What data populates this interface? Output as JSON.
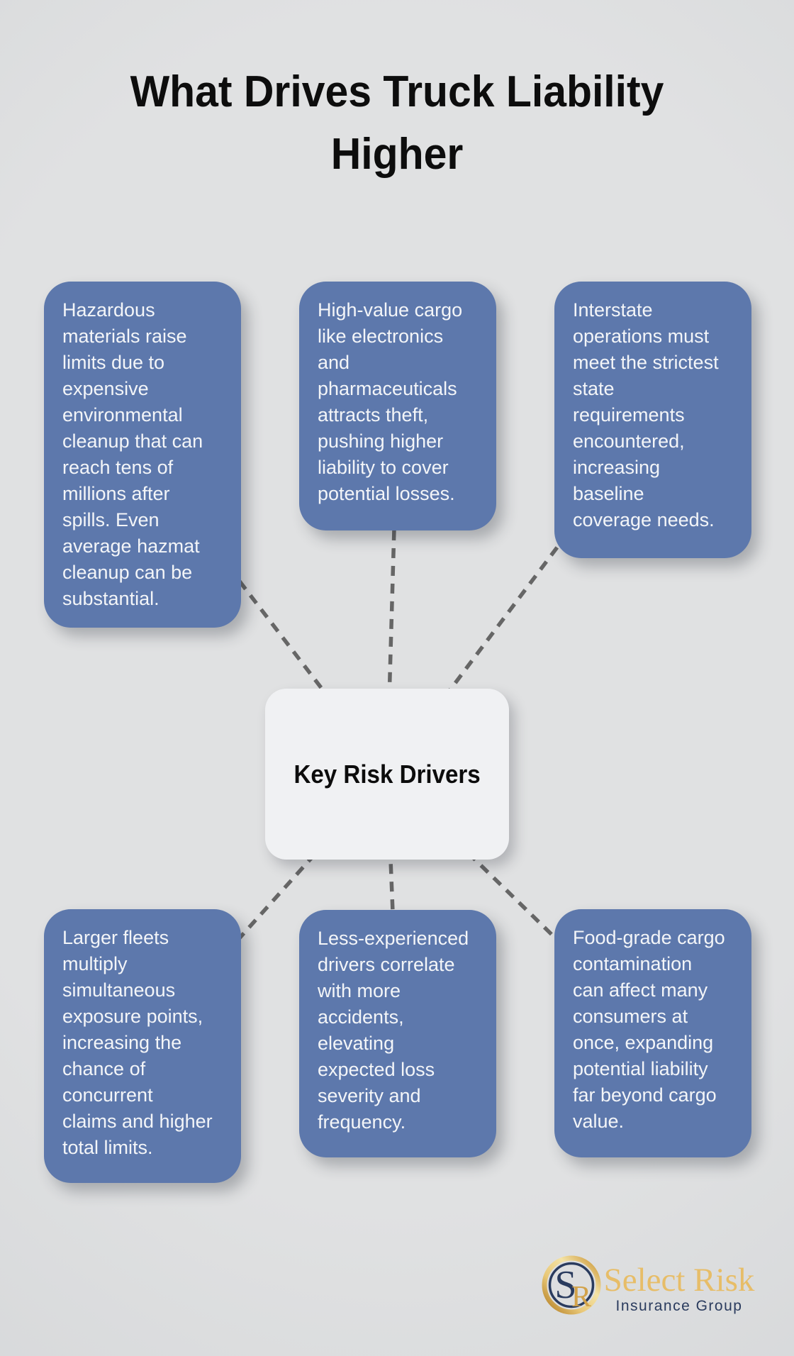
{
  "title": "What Drives Truck Liability\nHigher",
  "center_label": "Key Risk Drivers",
  "nodes": [
    {
      "id": "hazardous-materials",
      "text": "Hazardous\nmaterials raise\nlimits due to\nexpensive\nenvironmental\ncleanup that can\nreach tens of\nmillions after\nspills. Even\naverage hazmat\ncleanup can be\nsubstantial."
    },
    {
      "id": "high-value-cargo",
      "text": "High-value cargo\nlike electronics\nand\npharmaceuticals\nattracts theft,\npushing higher\nliability to cover\npotential losses."
    },
    {
      "id": "interstate-operations",
      "text": "Interstate\noperations must\nmeet the strictest\nstate\nrequirements\nencountered,\nincreasing\nbaseline\ncoverage needs."
    },
    {
      "id": "fleet-size",
      "text": "Larger fleets\nmultiply\nsimultaneous\nexposure points,\nincreasing the\nchance of\nconcurrent\nclaims and higher\ntotal limits."
    },
    {
      "id": "driver-experience",
      "text": "Less-experienced\ndrivers correlate\nwith more\naccidents,\nelevating\nexpected loss\nseverity and\nfrequency."
    },
    {
      "id": "food-grade-cargo",
      "text": "Food-grade cargo\ncontamination\ncan affect many\nconsumers at\nonce, expanding\npotential liability\nfar beyond cargo\nvalue."
    }
  ],
  "logo": {
    "monogram_s": "S",
    "monogram_r": "R",
    "name": "Select Risk",
    "tagline": "Insurance Group"
  },
  "theme": {
    "background": "#e0e1e2",
    "title_text": "#0d0d0d",
    "node_fill": "#5d78ac",
    "node_text": "#f3f5f8",
    "center_fill": "#f0f1f3",
    "center_text": "#0c0c0c",
    "connector": "#666666",
    "logo_gold": "#e7bd68",
    "logo_gold_deep": "#d2a24a",
    "logo_navy": "#2a3b5e"
  }
}
